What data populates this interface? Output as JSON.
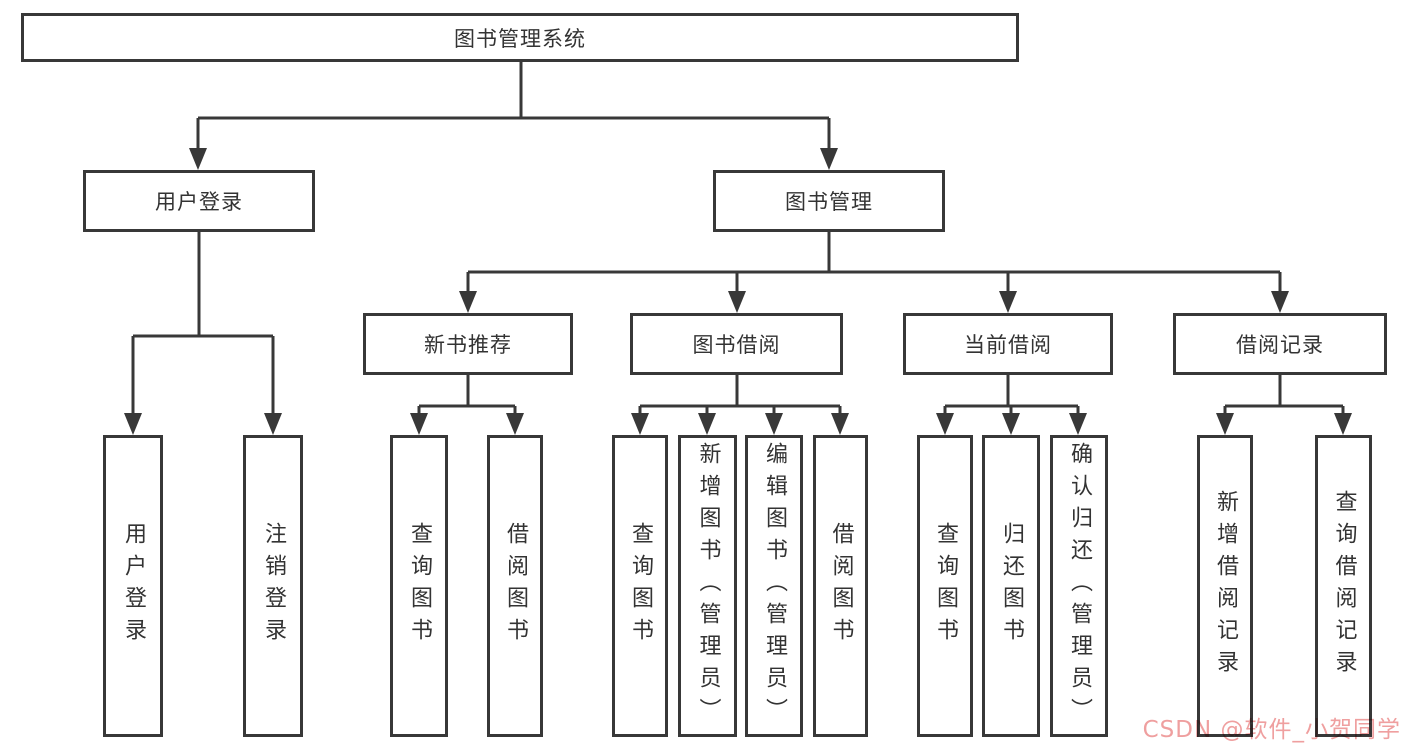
{
  "diagram": {
    "root": "图书管理系统",
    "branches": {
      "user_login": "用户登录",
      "book_management": "图书管理"
    },
    "modules": {
      "new_book_recommend": "新书推荐",
      "book_borrow": "图书借阅",
      "current_borrow": "当前借阅",
      "borrow_records": "借阅记录"
    },
    "leaves": {
      "user_login": "用户登录",
      "logout": "注销登录",
      "recommend_query_books": "查询图书",
      "recommend_borrow_books": "借阅图书",
      "borrow_query_books": "查询图书",
      "borrow_add_book": "新增图书（管理员）",
      "borrow_edit_book": "编辑图书（管理员）",
      "borrow_borrow_books": "借阅图书",
      "current_query_books": "查询图书",
      "current_return_book": "归还图书",
      "current_confirm_return": "确认归还（管理员）",
      "records_add_record": "新增借阅记录",
      "records_query_record": "查询借阅记录"
    }
  },
  "watermark": "CSDN @软件_小贺同学",
  "colors": {
    "line": "#383838",
    "text": "#333333",
    "watermark": "#ef9f9f",
    "background": "#ffffff"
  }
}
